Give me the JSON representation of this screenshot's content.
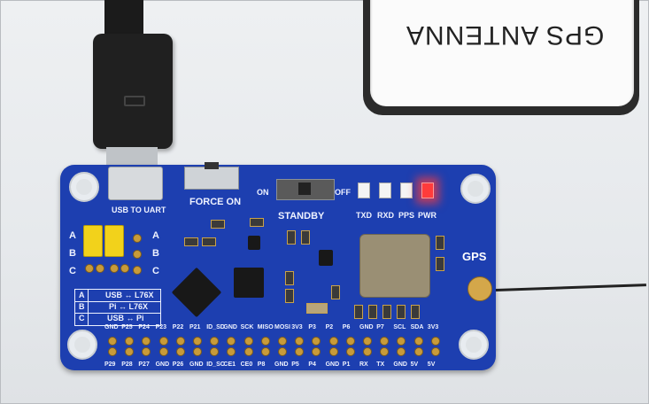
{
  "antenna": {
    "label": "GPS ANTENNA"
  },
  "board": {
    "usb_label": "USB TO UART",
    "force_on_label": "FORCE ON",
    "on_label": "ON",
    "off_label": "OFF",
    "standby_label": "STANDBY",
    "gps_label": "GPS",
    "leds": [
      {
        "label": "TXD",
        "lit": false
      },
      {
        "label": "RXD",
        "lit": false
      },
      {
        "label": "PPS",
        "lit": false
      },
      {
        "label": "PWR",
        "lit": true
      }
    ],
    "jumper_left": [
      "A",
      "B",
      "C"
    ],
    "jumper_right": [
      "A",
      "B",
      "C"
    ],
    "mode_table": [
      {
        "key": "A",
        "value": "USB ↔ L76X"
      },
      {
        "key": "B",
        "value": "Pi ↔ L76X"
      },
      {
        "key": "C",
        "value": "USB ↔ Pi"
      }
    ],
    "header_top": [
      "GND",
      "P25",
      "P24",
      "P23",
      "P22",
      "P21",
      "ID_SD",
      "GND",
      "SCK",
      "MISO",
      "MOSI",
      "3V3",
      "P3",
      "P2",
      "P6",
      "GND",
      "P7",
      "SCL",
      "SDA",
      "3V3"
    ],
    "header_bottom": [
      "P29",
      "P28",
      "P27",
      "GND",
      "P26",
      "GND",
      "ID_SC",
      "CE1",
      "CE0",
      "P8",
      "GND",
      "P5",
      "P4",
      "GND",
      "P1",
      "RX",
      "TX",
      "GND",
      "5V",
      "5V"
    ]
  }
}
